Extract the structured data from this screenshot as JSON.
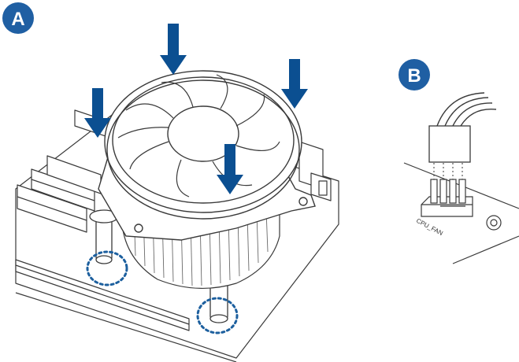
{
  "steps": {
    "a": {
      "label": "A"
    },
    "b": {
      "label": "B"
    }
  },
  "connector": {
    "label": "CPU_FAN"
  },
  "colors": {
    "badge": "#1f5fa3",
    "arrow": "#0b4f91",
    "outline": "#3a3a3a",
    "dotted_circle": "#1c5f9e"
  },
  "icons": {
    "press_arrow": "arrow-down-icon",
    "push_pin_marker": "dotted-circle-icon"
  }
}
